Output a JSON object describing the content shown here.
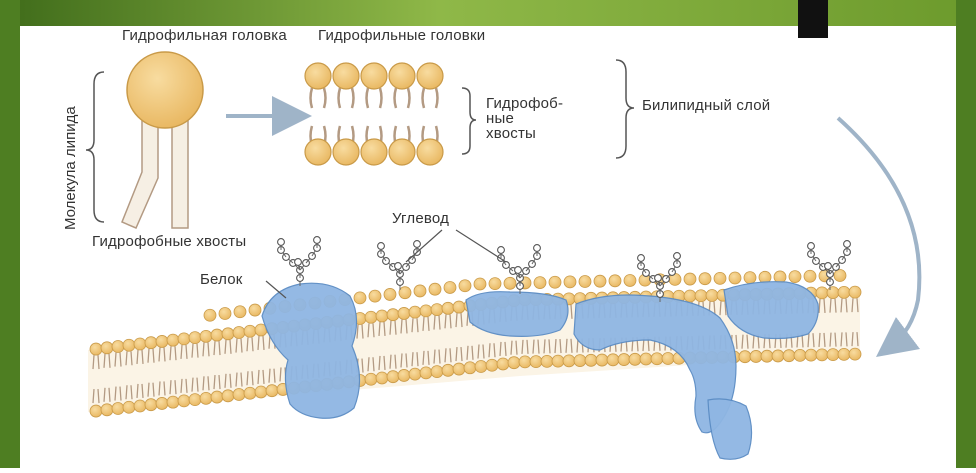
{
  "colors": {
    "frame_dark": "#3f6b1a",
    "frame_light": "#8fb848",
    "lipid_head": "#f2c879",
    "lipid_head_stroke": "#c99a48",
    "tail_fill": "#f6efe4",
    "tail_stroke": "#b39a83",
    "protein": "#8fb6e3",
    "protein_stroke": "#5b8cc4",
    "arrow": "#9fb4c8",
    "text": "#333333"
  },
  "labels": {
    "hydrophilic_head": "Гидрофильная головка",
    "hydrophilic_heads": "Гидрофильные головки",
    "lipid_molecule": "Молекула липида",
    "hydrophobic_tails_bilayer": "Гидрофоб- ные хвосты",
    "bilipid_layer": "Билипидный слой",
    "carbohydrate": "Углевод",
    "protein": "Белок",
    "hydrophobic_tails": "Гидрофобные хвосты"
  }
}
